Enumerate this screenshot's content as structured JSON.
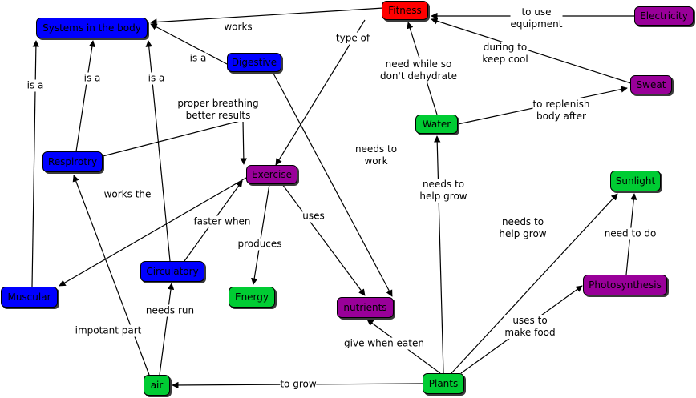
{
  "colors": {
    "blue": "#0000ff",
    "red": "#ff0000",
    "purple": "#990099",
    "green": "#00cc33",
    "line": "#000000"
  },
  "nodes": {
    "fitness": {
      "label": "Fitness",
      "color": "red"
    },
    "electricity": {
      "label": "Electricity",
      "color": "purple"
    },
    "systems": {
      "label": "Systems in the body",
      "color": "blue"
    },
    "digestive": {
      "label": "Digestive",
      "color": "blue"
    },
    "sweat": {
      "label": "Sweat",
      "color": "purple"
    },
    "water": {
      "label": "Water",
      "color": "green"
    },
    "respirotry": {
      "label": "Respirotry",
      "color": "blue"
    },
    "exercise": {
      "label": "Exercise",
      "color": "purple"
    },
    "sunlight": {
      "label": "Sunlight",
      "color": "green"
    },
    "circulatory": {
      "label": "Circulatory",
      "color": "blue"
    },
    "photosynthesis": {
      "label": "Photosynthesis",
      "color": "purple"
    },
    "muscular": {
      "label": "Muscular",
      "color": "blue"
    },
    "energy": {
      "label": "Energy",
      "color": "green"
    },
    "nutrients": {
      "label": "nutrients",
      "color": "purple"
    },
    "air": {
      "label": "air",
      "color": "green"
    },
    "plants": {
      "label": "Plants",
      "color": "green"
    }
  },
  "links": {
    "works": "works",
    "type_of": "type of",
    "to_use_equipment": "to use\nequipment",
    "is_a_digestive": "is a",
    "is_a_muscular": "is a",
    "is_a_respirotry": "is a",
    "is_a_circulatory": "is a",
    "need_while": "need while so\ndon't dehydrate",
    "during_to_keep_cool": "during to\nkeep cool",
    "to_replenish": "to replenish\nbody after",
    "proper_breathing": "proper breathing\nbetter results",
    "needs_to_work": "needs to\nwork",
    "needs_to_help_grow_water": "needs to\nhelp grow",
    "works_the": "works the",
    "faster_when": "faster when",
    "uses": "uses",
    "produces": "produces",
    "needs_to_help_grow_sun": "needs to\nhelp grow",
    "need_to_do": "need to do",
    "needs_run": "needs run",
    "uses_to_make_food": "uses to\nmake food",
    "impotant_part": "impotant part",
    "give_when_eaten": "give when eaten",
    "to_grow": "to grow"
  }
}
